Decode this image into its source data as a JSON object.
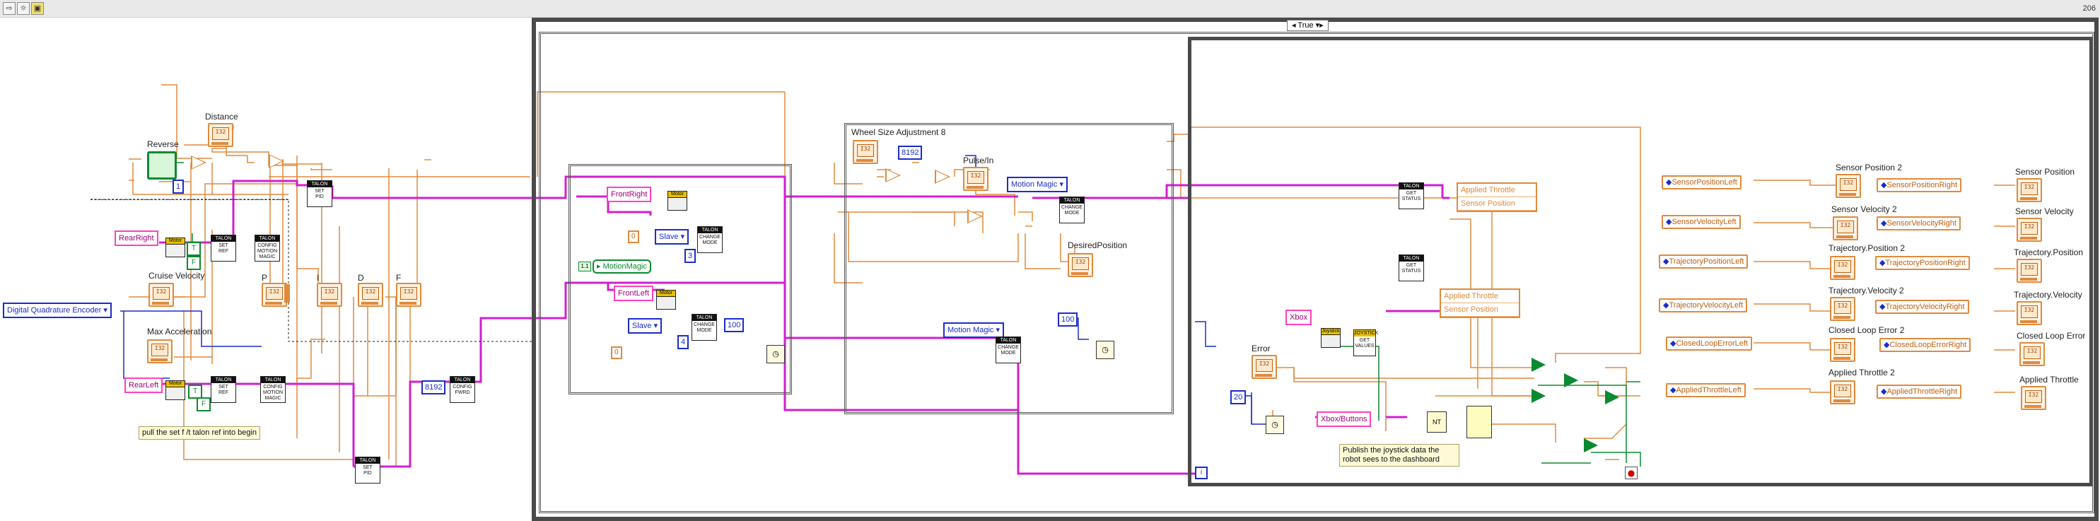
{
  "page_number": "206",
  "case_selector": "True",
  "labels": {
    "distance": "Distance",
    "reverse": "Reverse",
    "cruise_velocity": "Cruise Velocity",
    "max_acceleration": "Max Acceleration",
    "p": "P",
    "i": "I",
    "d": "D",
    "f": "F",
    "wheel_size": "Wheel Size Adjustment 8",
    "pulse_in": "Pulse/In",
    "desired_position": "DesiredPosition",
    "error": "Error",
    "sensor_position_2": "Sensor Position 2",
    "sensor_velocity_2": "Sensor Velocity 2",
    "trajectory_position_2": "Trajectory.Position 2",
    "trajectory_velocity_2": "Trajectory.Velocity 2",
    "closed_loop_error_2": "Closed Loop Error 2",
    "applied_throttle_2": "Applied Throttle 2",
    "sensor_position": "Sensor Position",
    "sensor_velocity": "Sensor Velocity",
    "trajectory_position": "Trajectory.Position",
    "trajectory_velocity": "Trajectory.Velocity",
    "closed_loop_error": "Closed Loop Error",
    "applied_throttle": "Applied Throttle"
  },
  "constants": {
    "rear_right": "RearRight",
    "rear_left": "RearLeft",
    "front_right": "FrontRight",
    "front_left": "FrontLeft",
    "xbox": "Xbox",
    "xbox_buttons": "Xbox/Buttons",
    "motion_magic_ref": "MotionMagic",
    "n1": "1",
    "n0a": "0",
    "n3": "3",
    "n0b": "0",
    "n4": "4",
    "n8192a": "8192",
    "n8192b": "8192",
    "n100a": "100",
    "n100b": "100",
    "n20": "20"
  },
  "enums": {
    "encoder": "Digital Quadrature Encoder",
    "slave1": "Slave",
    "slave2": "Slave",
    "motion_magic1": "Motion Magic",
    "motion_magic2": "Motion Magic"
  },
  "bundle": {
    "applied_throttle": "Applied Throttle",
    "sensor_position": "Sensor Position"
  },
  "properties": {
    "sensor_position_left": "SensorPositionLeft",
    "sensor_velocity_left": "SensorVelocityLeft",
    "trajectory_position_left": "TrajectoryPositionLeft",
    "trajectory_velocity_left": "TrajectoryVelocityLeft",
    "closed_loop_error_left": "ClosedLoopErrorLeft",
    "applied_throttle_left": "AppliedThrottleLeft",
    "sensor_position_right": "SensorPositionRight",
    "sensor_velocity_right": "SensorVelocityRight",
    "trajectory_position_right": "TrajectoryPositionRight",
    "trajectory_velocity_right": "TrajectoryVelocityRight",
    "closed_loop_error_right": "ClosedLoopErrorRight",
    "applied_throttle_right": "AppliedThrottleRight"
  },
  "comments": {
    "pull_set": "pull the set f /t talon ref into begin",
    "publish": "Publish the joystick data the robot sees to the dashboard"
  },
  "icons": {
    "run": "run-arrow-icon",
    "highlight": "lightbulb-icon"
  }
}
